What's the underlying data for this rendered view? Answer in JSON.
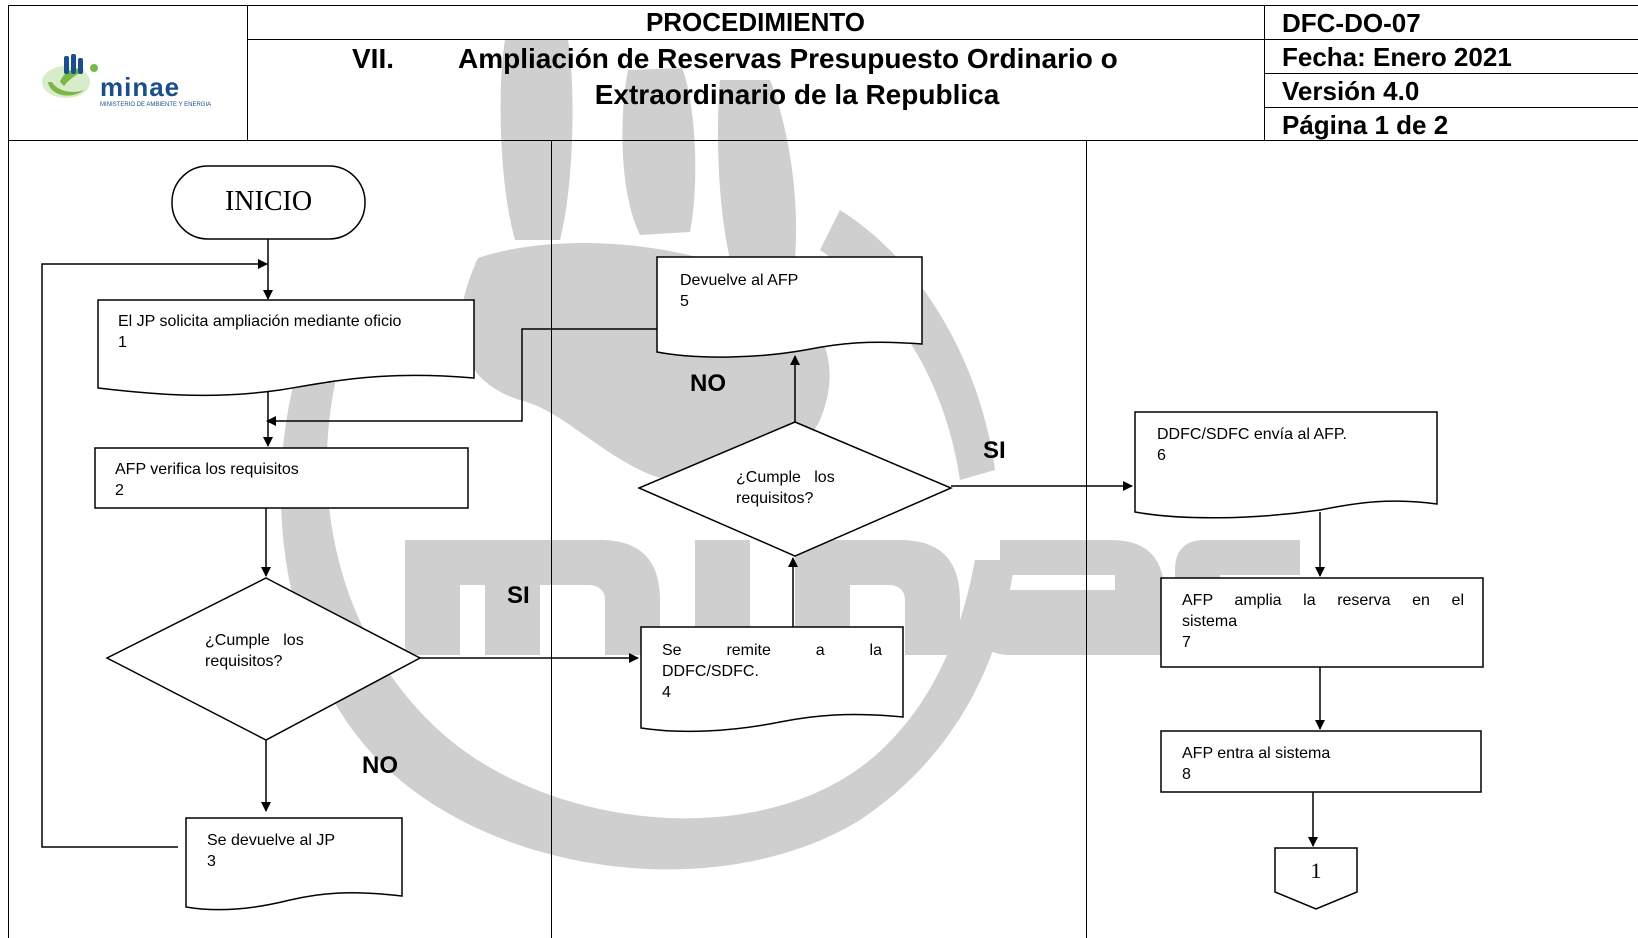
{
  "header": {
    "logo": {
      "brand": "minae",
      "tagline": "MINISTERIO DE AMBIENTE Y ENERGIA"
    },
    "doc_type": "PROCEDIMIENTO",
    "section_number": "VII.",
    "title_line1": "Ampliación de Reservas Presupuesto Ordinario o",
    "title_line2": "Extraordinario de la Republica",
    "code": "DFC-DO-07",
    "date": "Fecha: Enero 2021",
    "version": "Versión 4.0",
    "page": "Página 1 de 2"
  },
  "flow": {
    "start": "INICIO",
    "step1": {
      "text": "El JP solicita ampliación mediante oficio",
      "num": "1"
    },
    "step2": {
      "text": "AFP verifica los requisitos",
      "num": "2"
    },
    "decision1": {
      "line1": "¿Cumple   los",
      "line2": "requisitos?"
    },
    "step3": {
      "text": "Se devuelve al JP",
      "num": "3"
    },
    "step4": {
      "line1": "Se remite a la",
      "line2": "DDFC/SDFC.",
      "num": "4"
    },
    "decision2": {
      "line1": "¿Cumple   los",
      "line2": "requisitos?"
    },
    "step5": {
      "text": "Devuelve al AFP",
      "num": "5"
    },
    "step6": {
      "text": "DDFC/SDFC envía al AFP.",
      "num": "6"
    },
    "step7": {
      "line1": "AFP amplia la reserva en el",
      "line2": "sistema",
      "num": "7"
    },
    "step8": {
      "text": "AFP entra al sistema",
      "num": "8"
    },
    "connector": "1",
    "label_si_1": "SI",
    "label_no_1": "NO",
    "label_si_2": "SI",
    "label_no_2": "NO"
  },
  "colors": {
    "watermark": "#c8c8c8",
    "logo_green": "#7ab648",
    "logo_blue": "#1a4e8c",
    "line": "#000000"
  }
}
